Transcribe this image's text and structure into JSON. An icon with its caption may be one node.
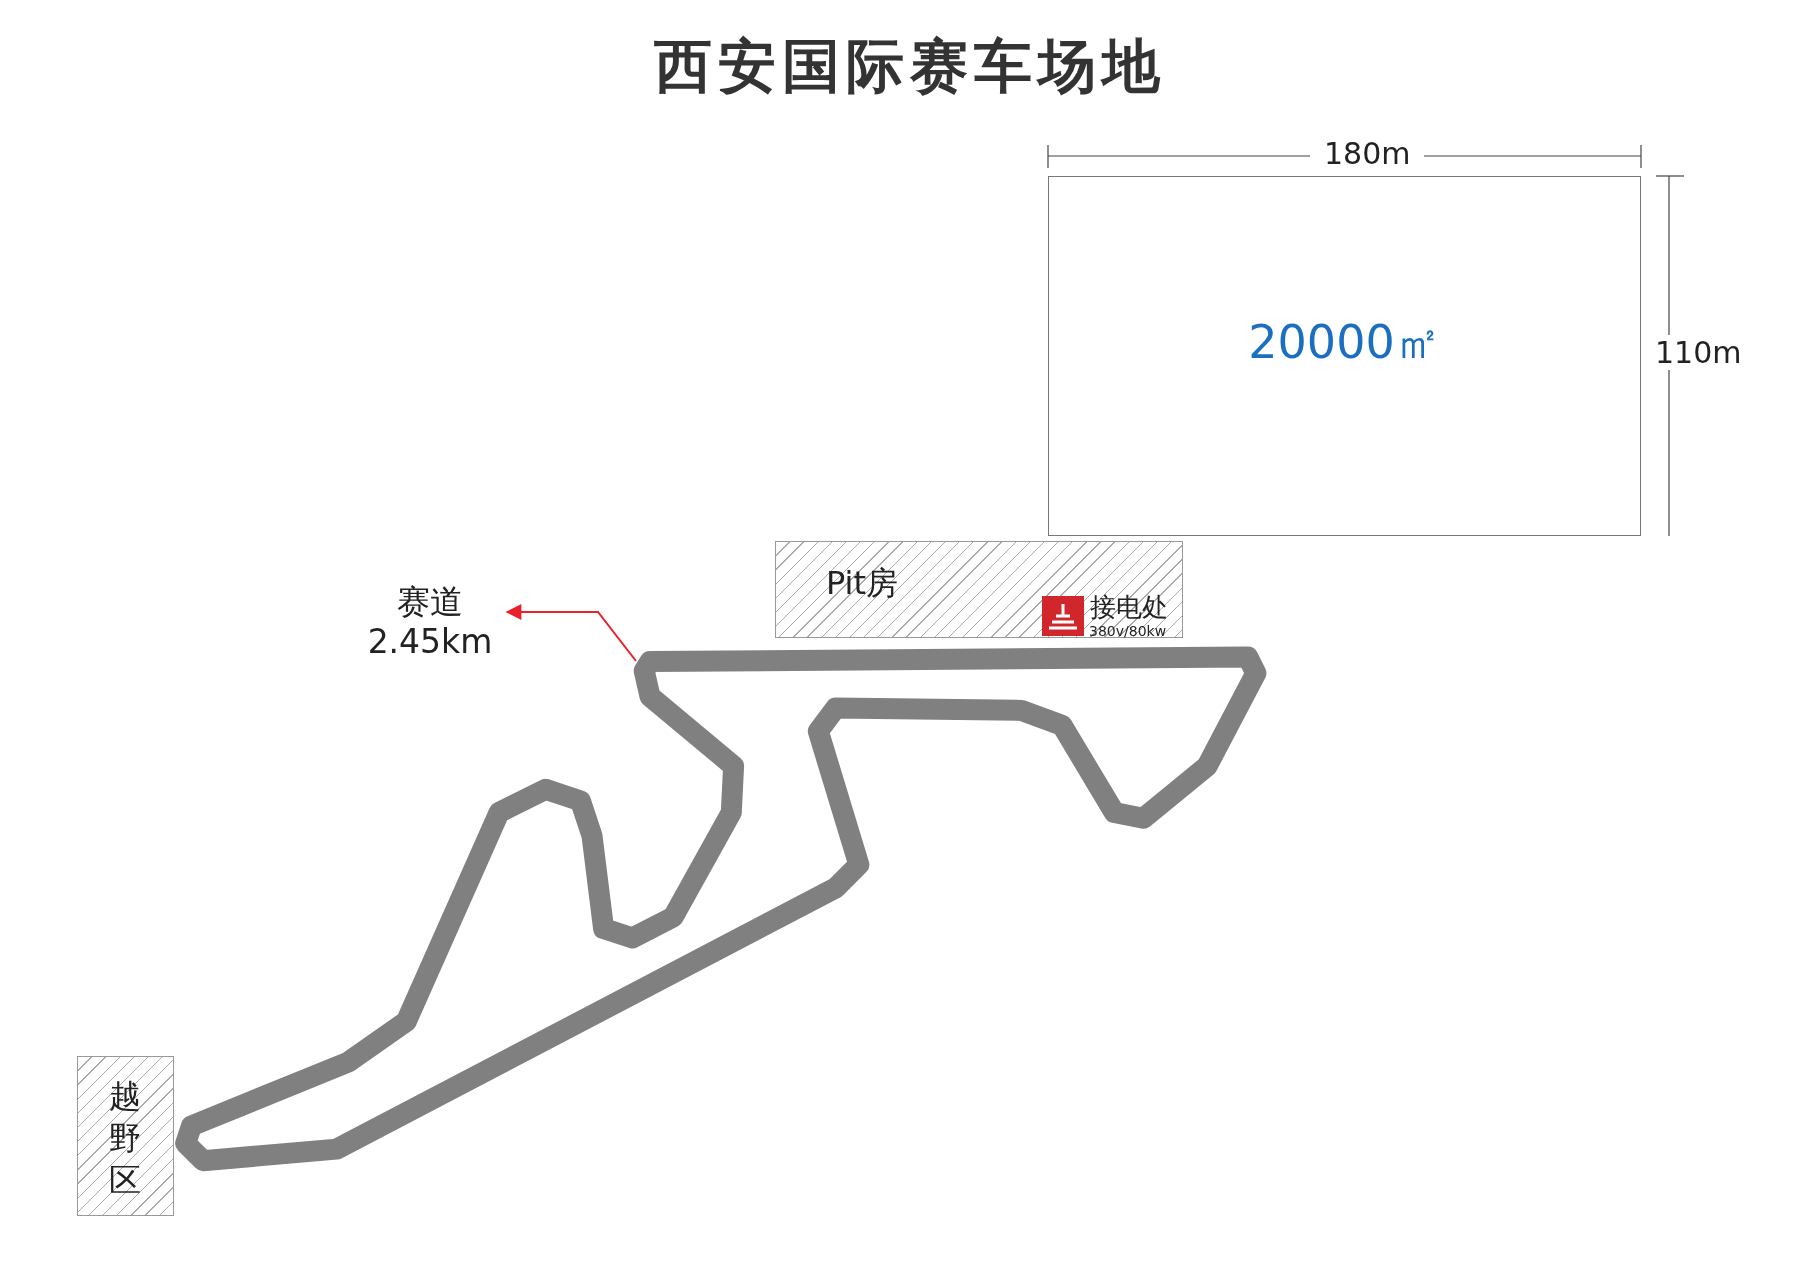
{
  "diagram": {
    "title": "西安国际赛车场地",
    "nodes": [
      {
        "text": [
          "20000㎡"
        ]
      },
      {
        "text": [
          "Pit房"
        ]
      },
      {
        "text": [
          "接电处",
          "380v/80kw"
        ],
        "in": 1
      },
      {
        "text": [
          "越野区"
        ]
      },
      {
        "text": [
          "赛道",
          "2.45km"
        ]
      },
      {
        "text": [],
        "shape": "picture"
      }
    ],
    "edges": [
      {
        "from": 5,
        "to": 4,
        "arrow": "to",
        "color": "#e8212a"
      }
    ],
    "labels": [
      "180m",
      "110m"
    ]
  }
}
